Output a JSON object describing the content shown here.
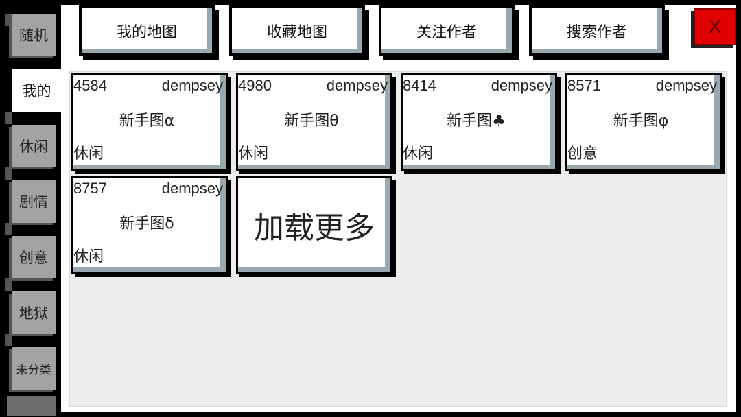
{
  "sidebar": {
    "tabs": [
      {
        "label": "随机"
      },
      {
        "label": "我的"
      },
      {
        "label": "休闲"
      },
      {
        "label": "剧情"
      },
      {
        "label": "创意"
      },
      {
        "label": "地狱"
      },
      {
        "label": "未分类"
      }
    ],
    "active_index": 1
  },
  "toolbar": {
    "my_maps": "我的地图",
    "favorites": "收藏地图",
    "follow_authors": "关注作者",
    "search_authors": "搜索作者",
    "close": "X"
  },
  "maps": [
    {
      "id": "4584",
      "author": "dempsey",
      "title": "新手图α",
      "category": "休闲"
    },
    {
      "id": "4980",
      "author": "dempsey",
      "title": "新手图θ",
      "category": "休闲"
    },
    {
      "id": "8414",
      "author": "dempsey",
      "title": "新手图♣",
      "category": "休闲"
    },
    {
      "id": "8571",
      "author": "dempsey",
      "title": "新手图φ",
      "category": "创意"
    },
    {
      "id": "8757",
      "author": "dempsey",
      "title": "新手图δ",
      "category": "休闲"
    }
  ],
  "load_more": "加载更多",
  "colors": {
    "close_button": "#e00000",
    "tab_inactive": "#a3a3a3",
    "grid_background": "#ececec",
    "card_shadow": "#9aa8b0"
  }
}
